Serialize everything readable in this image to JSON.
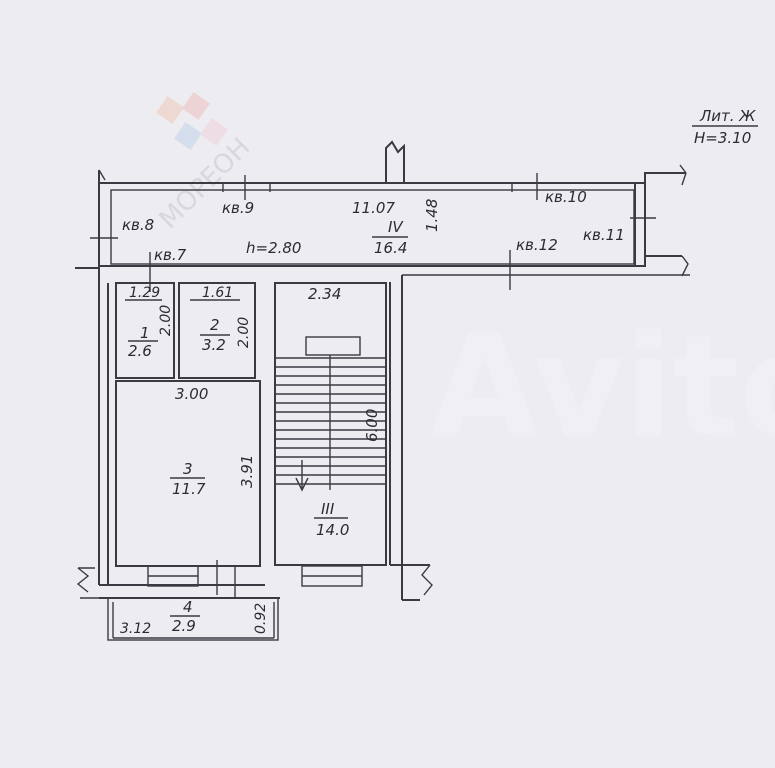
{
  "title_block": {
    "line1": "Лит. Ж",
    "line2": "H=3.10"
  },
  "corridor": {
    "number": "IV",
    "area": "16.4",
    "length": "11.07",
    "width": "1.48",
    "height": "h=2.80"
  },
  "apartment_labels": [
    "кв.8",
    "кв.9",
    "кв.10",
    "кв.7",
    "кв.12",
    "кв.11"
  ],
  "rooms": [
    {
      "number": "1",
      "area": "2.6",
      "dim_top": "1.29",
      "dim_side": "2.00"
    },
    {
      "number": "2",
      "area": "3.2",
      "dim_top": "1.61",
      "dim_side": "2.00"
    },
    {
      "number": "3",
      "area": "11.7",
      "dim_top": "3.00",
      "dim_side": "3.91"
    },
    {
      "number": "4",
      "area": "2.9",
      "dim_left": "3.12",
      "dim_side": "0.92"
    }
  ],
  "stairwell": {
    "number": "III",
    "area": "14.0",
    "dim_top": "2.34",
    "dim_side": "6.00"
  },
  "watermarks": {
    "left": "МОРЕОН",
    "right": "Avito"
  }
}
